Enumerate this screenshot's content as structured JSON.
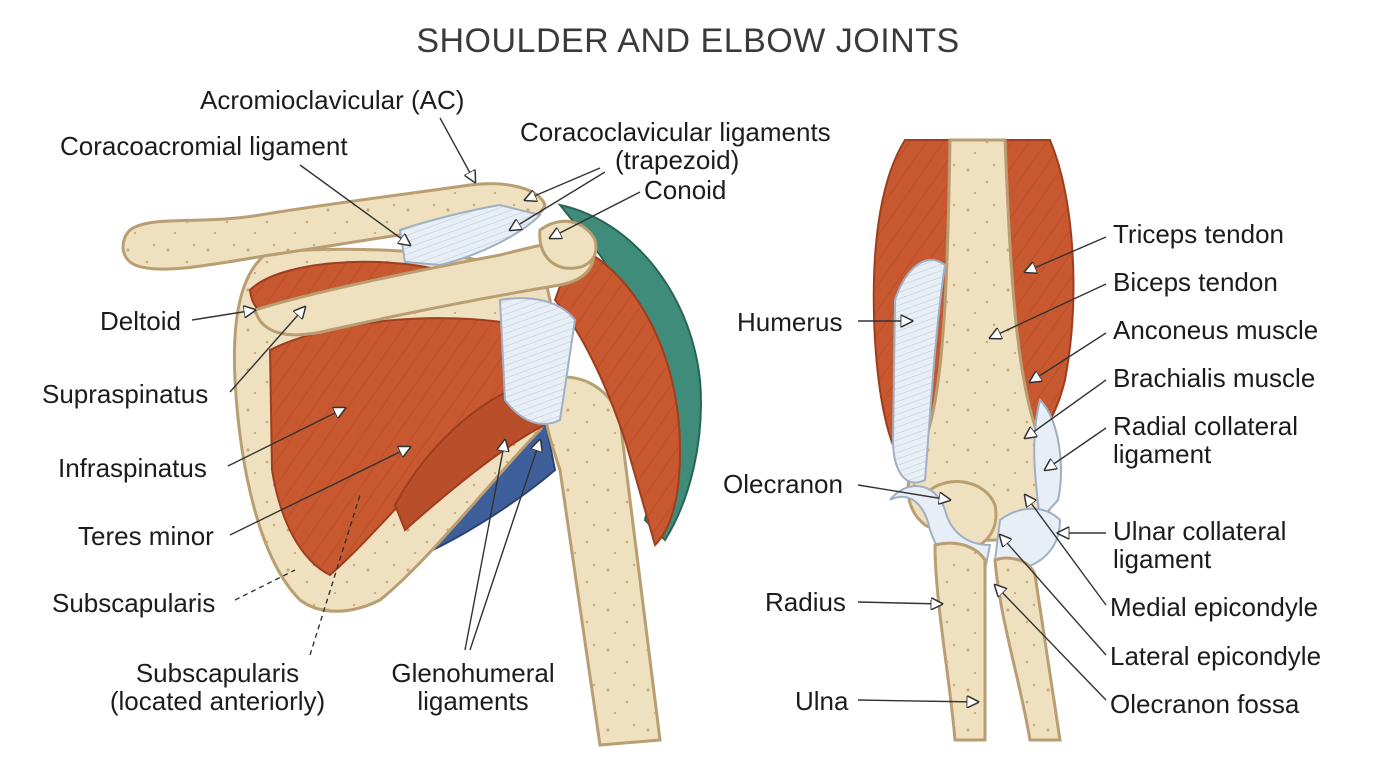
{
  "title": "SHOULDER AND ELBOW JOINTS",
  "colors": {
    "bone": "#efe0bf",
    "bone_outline": "#b99e72",
    "muscle": "#c8582f",
    "muscle_dark": "#9e3e1f",
    "ligament": "#e8eef5",
    "teal_muscle": "#3f8c7a",
    "blue_muscle": "#3f5f9a",
    "text": "#1c1c1c"
  },
  "shoulder_labels": {
    "acromioclavicular": "Acromioclavicular (AC)",
    "coracoacromial": "Coracoacromial ligament",
    "coracoclavicular_1": "Coracoclavicular ligaments",
    "coracoclavicular_2": "(trapezoid)",
    "conoid": "Conoid",
    "deltoid": "Deltoid",
    "supraspinatus": "Supraspinatus",
    "infraspinatus": "Infraspinatus",
    "teres_minor": "Teres minor",
    "subscapularis": "Subscapularis",
    "subscapularis_ant_1": "Subscapularis",
    "subscapularis_ant_2": "(located anteriorly)",
    "glenohumeral_1": "Glenohumeral",
    "glenohumeral_2": "ligaments"
  },
  "elbow_labels": {
    "humerus": "Humerus",
    "olecranon": "Olecranon",
    "radius": "Radius",
    "ulna": "Ulna",
    "triceps_tendon": "Triceps tendon",
    "biceps_tendon": "Biceps tendon",
    "anconeus": "Anconeus muscle",
    "brachialis": "Brachialis muscle",
    "radial_collateral_1": "Radial collateral",
    "radial_collateral_2": "ligament",
    "ulnar_collateral_1": "Ulnar collateral",
    "ulnar_collateral_2": "ligament",
    "medial_epicondyle": "Medial epicondyle",
    "lateral_epicondyle": "Lateral epicondyle",
    "olecranon_fossa": "Olecranon fossa"
  }
}
